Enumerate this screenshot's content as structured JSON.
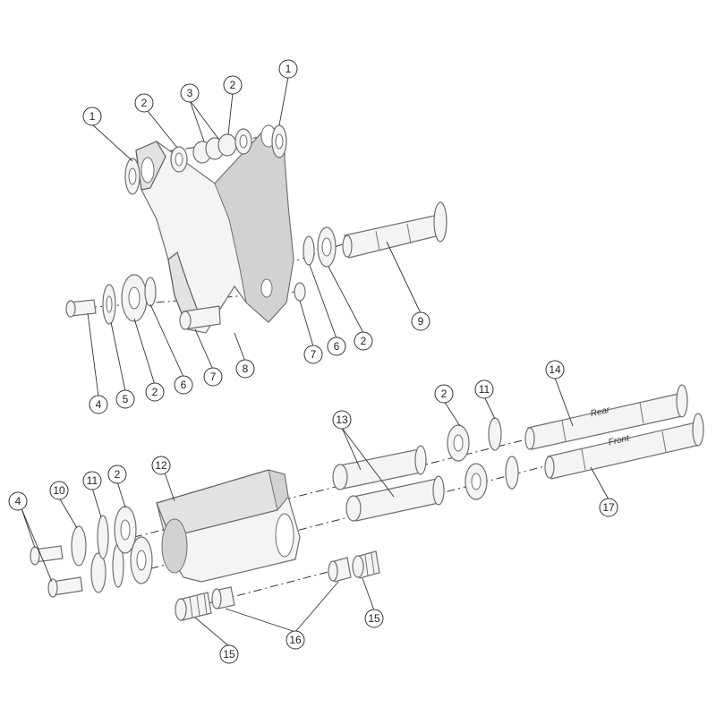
{
  "pin_labels": {
    "rear": "Rear",
    "front": "Front"
  },
  "callouts": [
    {
      "id": "c1a",
      "label": "1"
    },
    {
      "id": "c2a",
      "label": "2"
    },
    {
      "id": "c3",
      "label": "3"
    },
    {
      "id": "c2b",
      "label": "2"
    },
    {
      "id": "c1b",
      "label": "1"
    },
    {
      "id": "c9",
      "label": "9"
    },
    {
      "id": "c4a",
      "label": "4"
    },
    {
      "id": "c5",
      "label": "5"
    },
    {
      "id": "c2c",
      "label": "2"
    },
    {
      "id": "c6a",
      "label": "6"
    },
    {
      "id": "c7a",
      "label": "7"
    },
    {
      "id": "c8",
      "label": "8"
    },
    {
      "id": "c7b",
      "label": "7"
    },
    {
      "id": "c6b",
      "label": "6"
    },
    {
      "id": "c2d",
      "label": "2"
    },
    {
      "id": "c14",
      "label": "14"
    },
    {
      "id": "c11a",
      "label": "11"
    },
    {
      "id": "c2e",
      "label": "2"
    },
    {
      "id": "c13",
      "label": "13"
    },
    {
      "id": "c12",
      "label": "12"
    },
    {
      "id": "c4b",
      "label": "4"
    },
    {
      "id": "c10",
      "label": "10"
    },
    {
      "id": "c11b",
      "label": "11"
    },
    {
      "id": "c2f",
      "label": "2"
    },
    {
      "id": "c17",
      "label": "17"
    },
    {
      "id": "c15a",
      "label": "15"
    },
    {
      "id": "c16",
      "label": "16"
    },
    {
      "id": "c15b",
      "label": "15"
    }
  ]
}
